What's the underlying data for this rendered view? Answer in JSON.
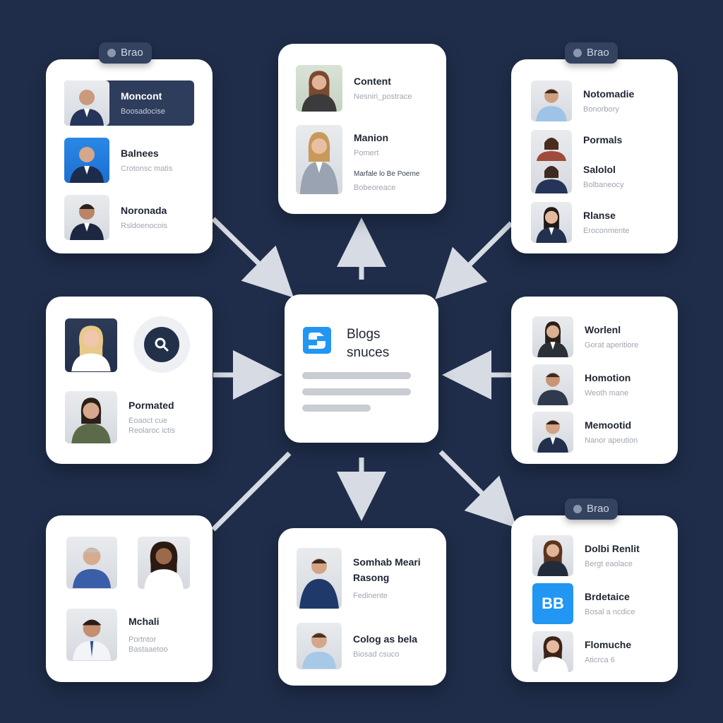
{
  "colors": {
    "background": "#1f2d4a",
    "card": "#ffffff",
    "arrow": "#d7dbe3",
    "accent": "#2196f3"
  },
  "badges": {
    "top_left": "Brao",
    "top_right": "Brao",
    "bottom_right": "Brao"
  },
  "hub": {
    "title_line1": "Blogs",
    "title_line2": "snuces",
    "icon": "brand-s-logo-icon"
  },
  "card_top_left": [
    {
      "name": "Moncont",
      "sub": "Boosadocise"
    },
    {
      "name": "Balnees",
      "sub": "Crotonsc matis"
    },
    {
      "name": "Noronada",
      "sub": "Rsldoenocois"
    }
  ],
  "card_top_center": [
    {
      "name": "Content",
      "sub": "Nesniri_postrace"
    },
    {
      "name": "Manion",
      "sub": "Pomert",
      "extra": "Marfale lo Be Poeme",
      "sub2": "Bobeoreace"
    }
  ],
  "card_top_right": [
    {
      "name": "Notomadie",
      "sub": "Bonorbory"
    },
    {
      "name": "Pormals",
      "sub": ""
    },
    {
      "name": "Salolol",
      "sub": "Bolbaneocy"
    },
    {
      "name": "Rlanse",
      "sub": "Eroconmente"
    }
  ],
  "card_mid_left": [
    {
      "name": "Pormated",
      "sub": "Eoaoct cue",
      "sub2": "Reolaroc ictis"
    }
  ],
  "card_mid_right": [
    {
      "name": "Worlenl",
      "sub": "Gorat aperitiore"
    },
    {
      "name": "Homotion",
      "sub": "Weoth mane"
    },
    {
      "name": "Memootid",
      "sub": "Nanor apeution"
    }
  ],
  "card_bottom_left": [
    {
      "name": "Mchali",
      "sub": "Portntor",
      "sub2": "Bastaaetoo"
    }
  ],
  "card_bottom_center": [
    {
      "name": "Somhab Meari",
      "name2": "Rasong",
      "sub": "Fedinente"
    },
    {
      "name": "Colog as bela",
      "sub": "Biosad csuco"
    }
  ],
  "card_bottom_right": [
    {
      "name": "Dolbi Renlit",
      "sub": "Bergt eaolace"
    },
    {
      "name": "Brdetaice",
      "sub": "Bosal a ncdice",
      "icon_text": "BB"
    },
    {
      "name": "Flomuche",
      "sub": "Aticrca 6"
    }
  ]
}
